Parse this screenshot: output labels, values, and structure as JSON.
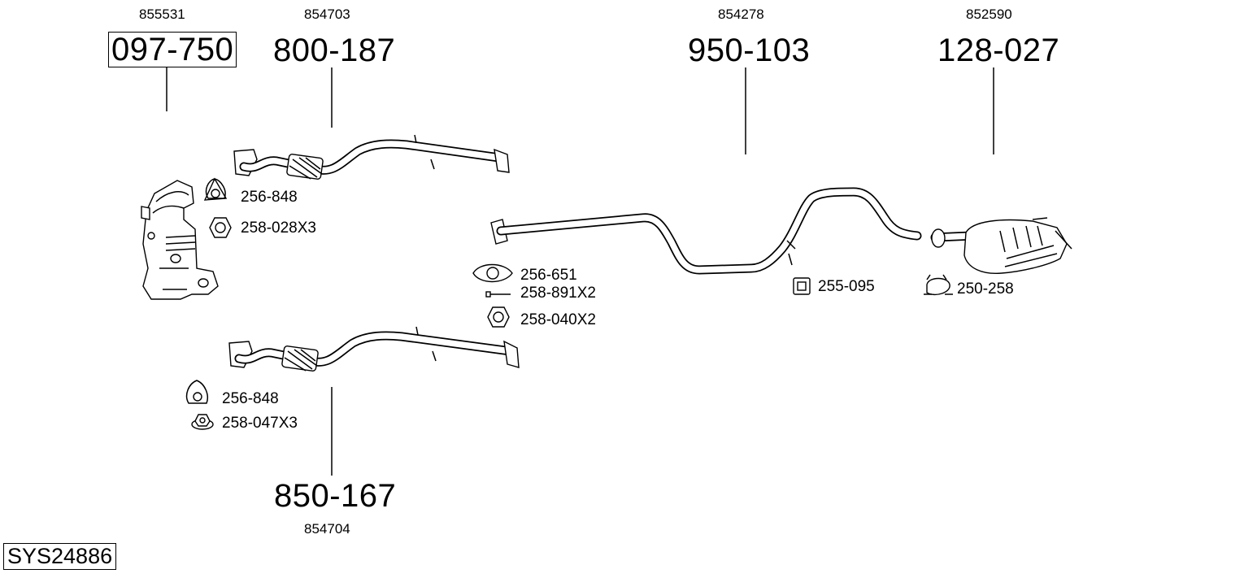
{
  "diagram": {
    "system_id": "SYS24886",
    "components": [
      {
        "id": "cat",
        "ref": "855531",
        "part": "097-750",
        "boxed": true
      },
      {
        "id": "front-pipe-upper",
        "ref": "854703",
        "part": "800-187"
      },
      {
        "id": "front-pipe-lower",
        "ref": "854704",
        "part": "850-167"
      },
      {
        "id": "middle-pipe",
        "ref": "854278",
        "part": "950-103"
      },
      {
        "id": "rear-silencer",
        "ref": "852590",
        "part": "128-027"
      }
    ],
    "accessories": [
      {
        "id": "gasket-1",
        "label": "256-848",
        "icon": "triangular-gasket-icon"
      },
      {
        "id": "nut-1",
        "label": "258-028X3",
        "icon": "hex-nut-icon"
      },
      {
        "id": "gasket-2",
        "label": "256-651",
        "icon": "oval-gasket-icon"
      },
      {
        "id": "bolt-1",
        "label": "258-891X2",
        "icon": "bolt-icon"
      },
      {
        "id": "nut-2",
        "label": "258-040X2",
        "icon": "hex-nut-icon"
      },
      {
        "id": "gasket-3",
        "label": "256-848",
        "icon": "triangular-gasket-icon"
      },
      {
        "id": "nut-3",
        "label": "258-047X3",
        "icon": "flange-nut-icon"
      },
      {
        "id": "mount-1",
        "label": "255-095",
        "icon": "rubber-mount-icon"
      },
      {
        "id": "clamp-1",
        "label": "250-258",
        "icon": "pipe-clamp-icon"
      }
    ]
  }
}
